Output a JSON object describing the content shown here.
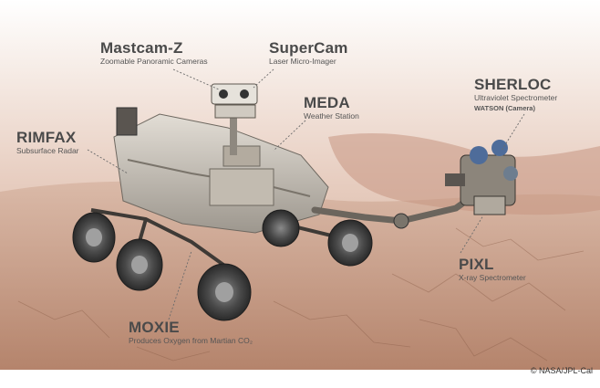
{
  "labels": {
    "mastcam": {
      "title": "Mastcam-Z",
      "subtitle": "Zoomable Panoramic Cameras"
    },
    "supercam": {
      "title": "SuperCam",
      "subtitle": "Laser Micro-Imager"
    },
    "meda": {
      "title": "MEDA",
      "subtitle": "Weather Station"
    },
    "sherloc": {
      "title": "SHERLOC",
      "subtitle": "Ultraviolet Spectrometer",
      "subtitle2": "WATSON (Camera)"
    },
    "rimfax": {
      "title": "RIMFAX",
      "subtitle": "Subsurface Radar"
    },
    "pixl": {
      "title": "PIXL",
      "subtitle": "X-ray Spectrometer"
    },
    "moxie": {
      "title": "MOXIE",
      "subtitle": "Produces Oxygen from Martian CO₂"
    }
  },
  "credit": "© NASA/JPL-Cal",
  "colors": {
    "sky": "#f3e4dc",
    "terrain": "#b88a70",
    "rover": "#cfc9bf"
  }
}
